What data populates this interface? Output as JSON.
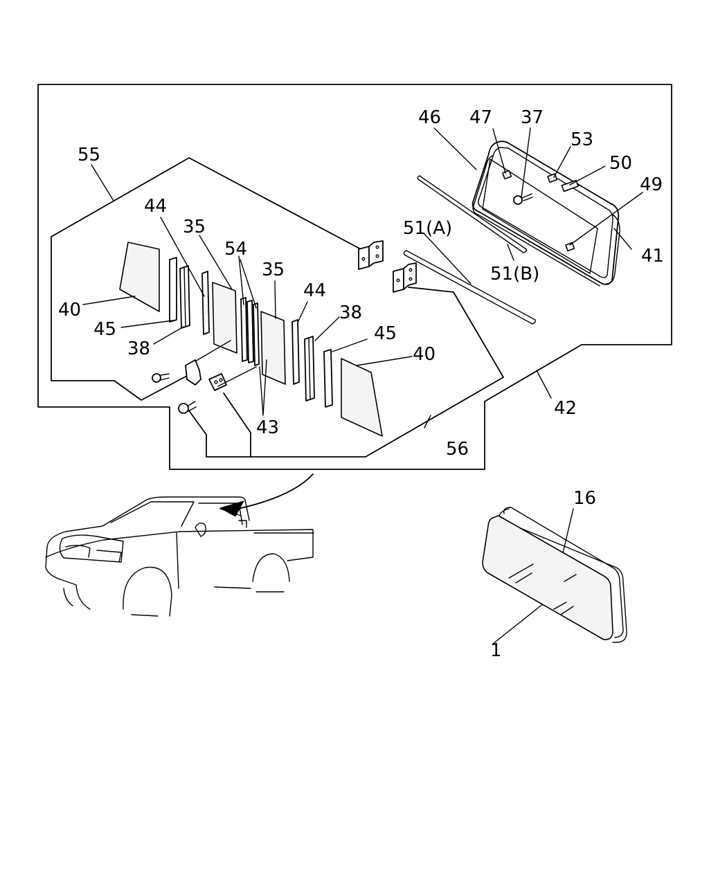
{
  "callouts": {
    "c1": "1",
    "c16": "16",
    "c35a": "35",
    "c35b": "35",
    "c37": "37",
    "c38a": "38",
    "c38b": "38",
    "c40a": "40",
    "c40b": "40",
    "c41": "41",
    "c42": "42",
    "c43": "43",
    "c44a": "44",
    "c44b": "44",
    "c45a": "45",
    "c45b": "45",
    "c46": "46",
    "c47": "47",
    "c49": "49",
    "c50": "50",
    "c51a": "51(A)",
    "c51b": "51(B)",
    "c53": "53",
    "c54": "54",
    "c55": "55",
    "c56": "56"
  }
}
